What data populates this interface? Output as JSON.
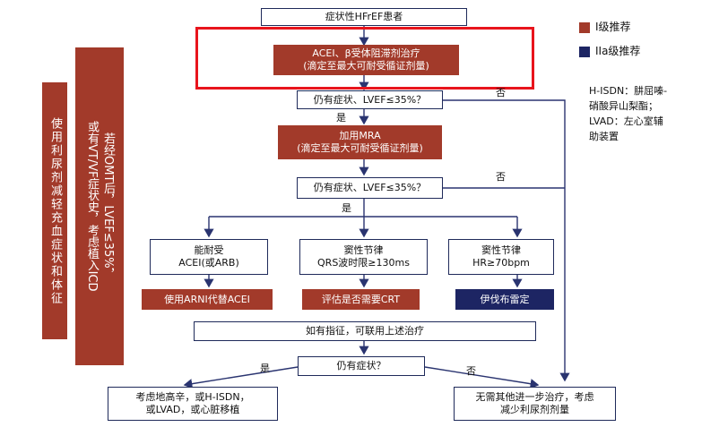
{
  "sidebar": {
    "left_text": "使用利尿剂减轻充血症状和体征",
    "right_text_lines": [
      "若经OMT后，LVEF≤35%，",
      "或有VT/VF症状史，考虑植入ICD"
    ]
  },
  "flow": {
    "start": "症状性HFrEF患者",
    "acei_line1": "ACEI、β受体阻滞剂治疗",
    "acei_line2": "(滴定至最大可耐受循证剂量)",
    "q1": "仍有症状、LVEF≤35%？",
    "yes1": "是",
    "no1": "否",
    "mra_line1": "加用MRA",
    "mra_line2": "(滴定至最大可耐受循证剂量)",
    "q2": "仍有症状、LVEF≤35%？",
    "yes2": "是",
    "no2": "否",
    "b1_line1": "能耐受",
    "b1_line2": "ACEI(或ARB)",
    "b2_line1": "窦性节律",
    "b2_line2": "QRS波时限≥130ms",
    "b3_line1": "窦性节律",
    "b3_line2": "HR≥70bpm",
    "arni": "使用ARNI代替ACEI",
    "crt": "评估是否需要CRT",
    "ivab": "伊伐布雷定",
    "combo": "如有指征，可联用上述治疗",
    "q3": "仍有症状？",
    "yes3": "是",
    "no3": "否",
    "final_left_line1": "考虑地高辛，或H-ISDN，",
    "final_left_line2": "或LVAD，或心脏移植",
    "final_right_line1": "无需其他进一步治疗，考虑",
    "final_right_line2": "减少利尿剂剂量"
  },
  "legend": {
    "class1": "I级推荐",
    "class2a": "IIa级推荐",
    "class1_color": "#a23a2a",
    "class2a_color": "#1d2563"
  },
  "notes": {
    "line1": "H-ISDN：肼屈嗪-",
    "line2": "硝酸异山梨酯；",
    "line3": "LVAD：左心室辅",
    "line4": "助装置"
  },
  "highlight_color": "#e8141c"
}
